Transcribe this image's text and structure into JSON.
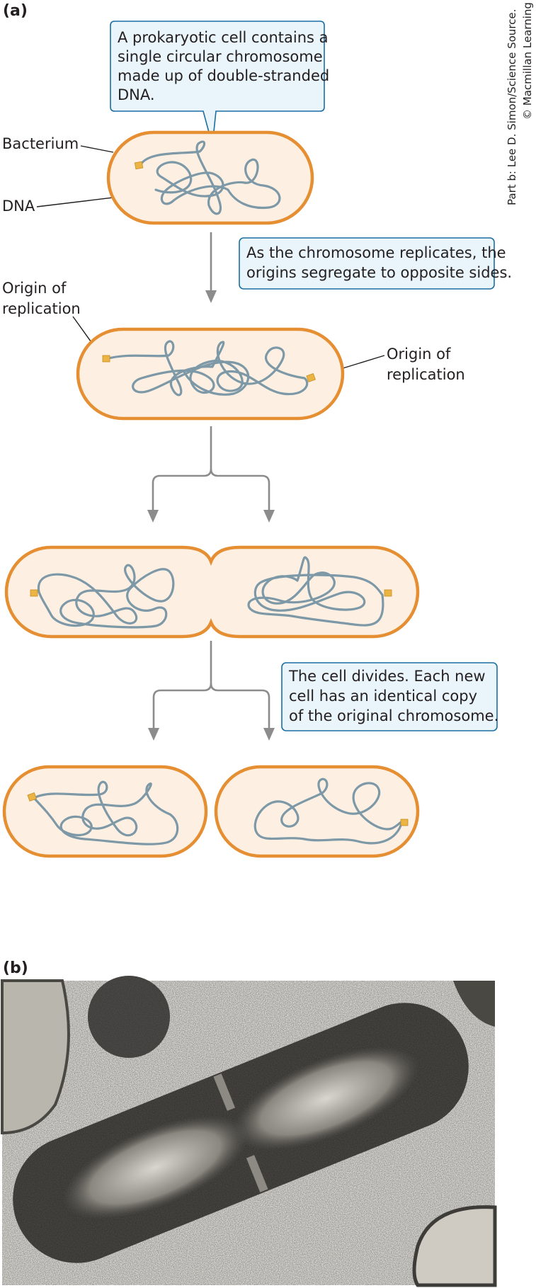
{
  "part_a_label": "(a)",
  "part_b_label": "(b)",
  "credit_line_1": "Part b: Lee D. Simon/Science Source.",
  "credit_line_2": "© Macmillan Learning",
  "callout_1": [
    "A prokaryotic cell contains a",
    "single circular chromosome",
    "made up of double-stranded",
    "DNA."
  ],
  "callout_2": [
    "As the chromosome replicates, the",
    "origins segregate to opposite sides."
  ],
  "callout_3": [
    "The cell divides. Each new",
    "cell has an identical copy",
    "of the original chromosome."
  ],
  "label_bacterium": "Bacterium",
  "label_dna": "DNA",
  "label_origin_left": [
    "Origin of",
    "replication"
  ],
  "label_origin_right": [
    "Origin of",
    "replication"
  ],
  "colors": {
    "cell_wall": "#e58e32",
    "cytoplasm": "#fdf0e2",
    "dna": "#7d98a7",
    "origin": "#ecb443",
    "callout_border": "#1a6ea3",
    "callout_fill": "#eaf5fb",
    "arrow": "#8c8c8c"
  }
}
